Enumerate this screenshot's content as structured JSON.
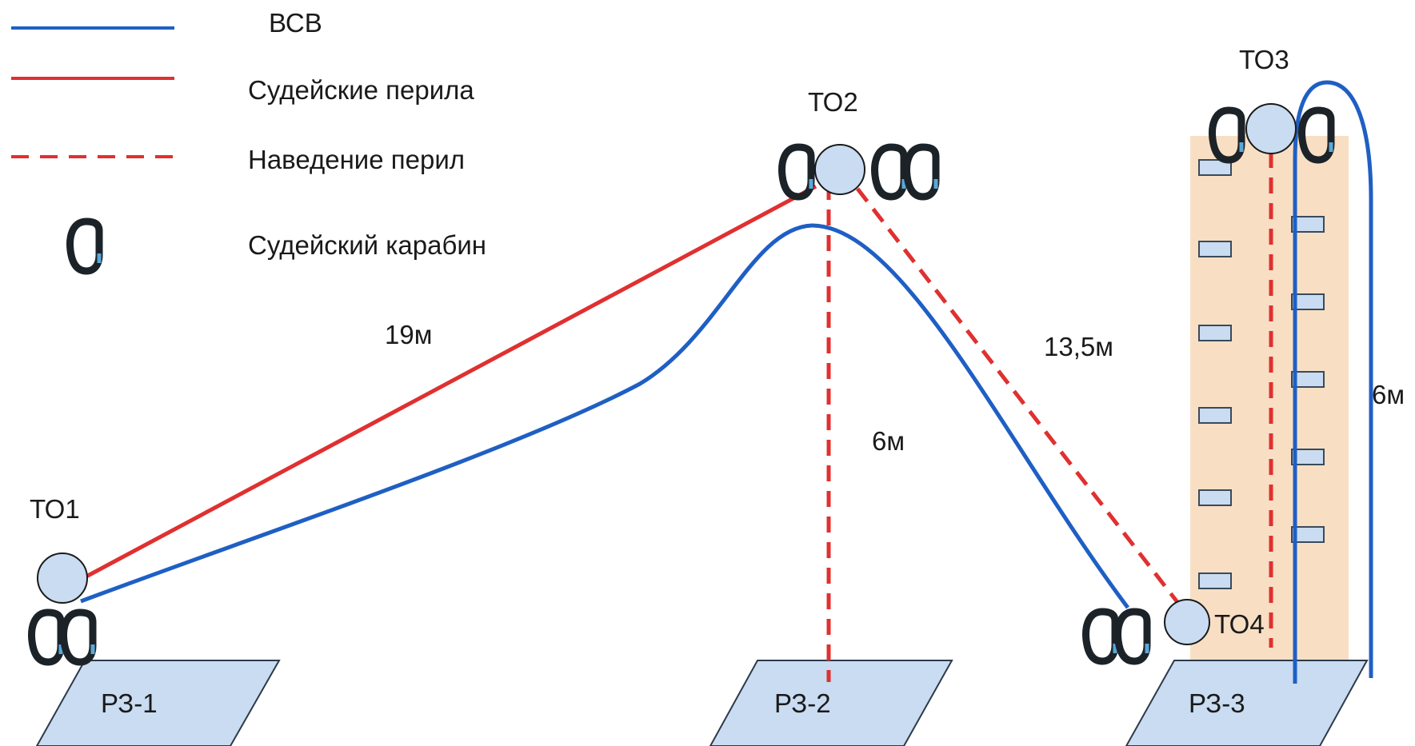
{
  "legend": {
    "vsv_label": "ВСВ",
    "judge_rail_label": "Судейские перила",
    "rail_setup_label": "Наведение перил",
    "judge_carabiner_label": "Судейский карабин"
  },
  "points": {
    "to1": "ТО1",
    "to2": "ТО2",
    "to3": "ТО3",
    "to4": "ТО4"
  },
  "distances": {
    "to1_to2": "19м",
    "to2_to4": "13,5м",
    "to2_height": "6м",
    "to3_height": "6м"
  },
  "zones": {
    "rz1": "РЗ-1",
    "rz2": "РЗ-2",
    "rz3": "РЗ-3"
  },
  "colors": {
    "vsv": "#1f5fc4",
    "judge_rail": "#e03030",
    "rail_setup": "#e03030",
    "zone_fill": "#c9dcf1",
    "node_fill": "#c9dcf1",
    "wall_fill": "#f8dfc4",
    "hold_fill": "#c9dcf1"
  }
}
